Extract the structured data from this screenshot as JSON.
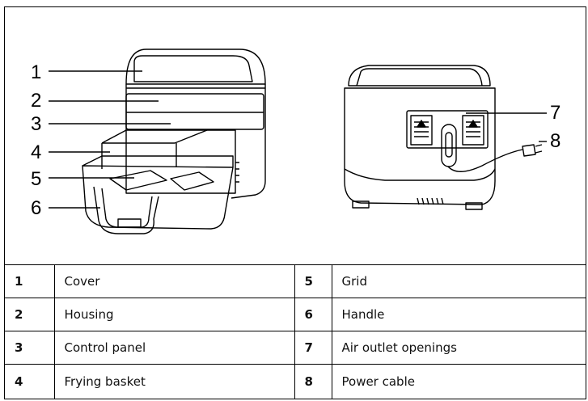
{
  "figure": {
    "callouts": [
      {
        "number": "1",
        "label": "Cover"
      },
      {
        "number": "2",
        "label": "Housing"
      },
      {
        "number": "3",
        "label": "Control panel"
      },
      {
        "number": "4",
        "label": "Frying basket"
      },
      {
        "number": "5",
        "label": "Grid"
      },
      {
        "number": "6",
        "label": "Handle"
      },
      {
        "number": "7",
        "label": "Air outlet openings"
      },
      {
        "number": "8",
        "label": "Power cable"
      }
    ]
  },
  "legend": {
    "rows": [
      {
        "left_num": "1",
        "left_label": "Cover",
        "right_num": "5",
        "right_label": "Grid"
      },
      {
        "left_num": "2",
        "left_label": "Housing",
        "right_num": "6",
        "right_label": "Handle"
      },
      {
        "left_num": "3",
        "left_label": "Control panel",
        "right_num": "7",
        "right_label": "Air outlet openings"
      },
      {
        "left_num": "4",
        "left_label": "Frying basket",
        "right_num": "8",
        "right_label": "Power cable"
      }
    ]
  }
}
